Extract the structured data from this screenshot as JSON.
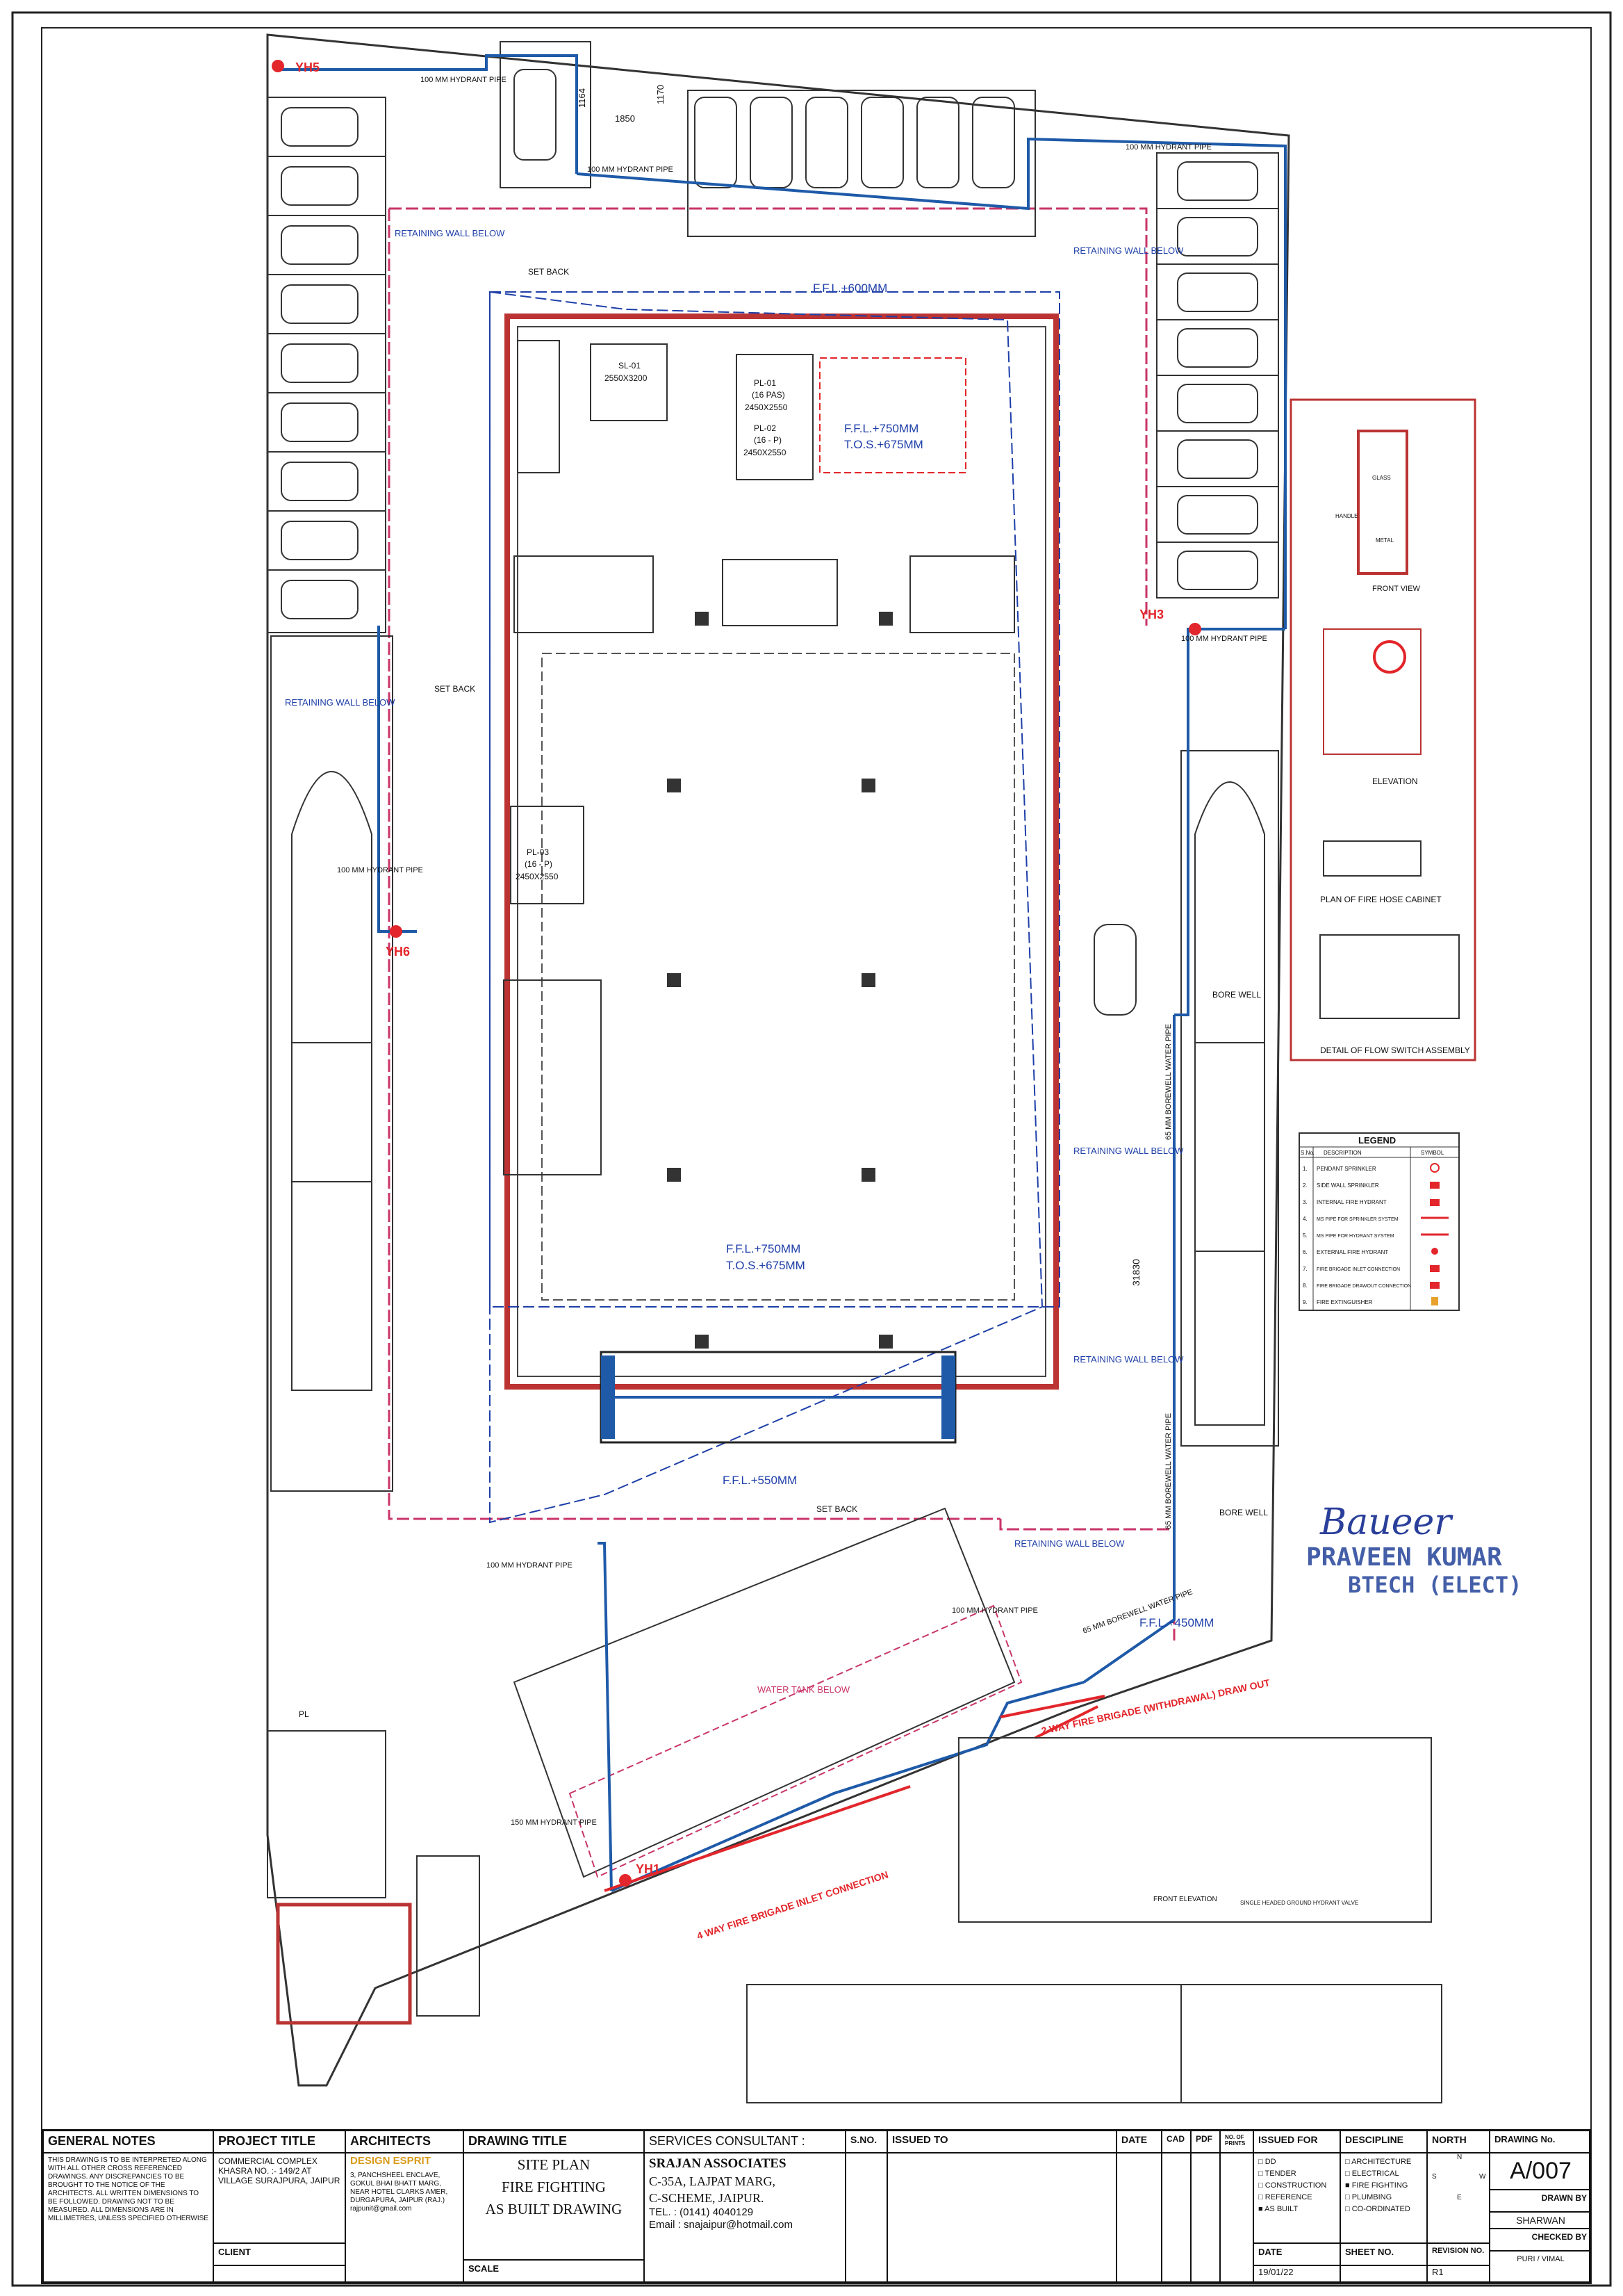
{
  "plan": {
    "hydrants": [
      "YH5",
      "YH3",
      "YH6",
      "YH1"
    ],
    "pipe_labels": {
      "top1": "100 MM HYDRANT PIPE",
      "top2": "100 MM HYDRANT PIPE",
      "top3": "100 MM HYDRANT PIPE",
      "right": "100 MM HYDRANT PIPE",
      "left": "100 MM HYDRANT PIPE",
      "bottom_left": "100 MM HYDRANT PIPE",
      "bottom_mid": "100 MM HYDRANT PIPE",
      "borewell1": "65 MM BOREWELL WATER PIPE",
      "borewell2": "65 MM BOREWELL WATER PIPE",
      "borewell3": "65 MM BOREWELL WATER PIPE",
      "hydrant4": "150 MM HYDRANT PIPE"
    },
    "dims": {
      "d1": "1164",
      "d2": "1850",
      "d3": "1170",
      "d4": "31830"
    },
    "retaining": {
      "r1": "RETAINING WALL BELOW",
      "r2": "RETAINING WALL BELOW",
      "r3": "RETAINING WALL BELOW",
      "r4": "RETAINING WALL BELOW",
      "r5": "RETAINING WALL BELOW",
      "r6": "RETAINING WALL BELOW"
    },
    "setback": {
      "s1": "SET BACK",
      "s2": "SET BACK",
      "s3": "SET BACK"
    },
    "ffl": {
      "f1": "F.F.L.+600MM",
      "f2a": "F.F.L.+750MM",
      "f2b": "T.O.S.+675MM",
      "f3a": "F.F.L.+750MM",
      "f3b": "T.O.S.+675MM",
      "f4": "F.F.L.+550MM",
      "f5": "F.F.L.+450MM"
    },
    "rooms": {
      "sl01": "SL-01",
      "sl01dim": "2550X3200",
      "pl01": "PL-01",
      "pl01b": "(16 PAS)",
      "pl01dim": "2450X2550",
      "pl02": "PL-02",
      "pl02b": "(16 - P)",
      "pl02dim": "2450X2550",
      "pl03": "PL-03",
      "pl03b": "(16 - P)",
      "pl03dim": "2450X2550"
    },
    "bore1": "BORE WELL",
    "bore2": "BORE WELL",
    "water_tank": "WATER TANK BELOW",
    "brigade_draw": "2 WAY FIRE BRIGADE (WITHDRAWAL) DRAW OUT",
    "brigade_inlet": "4 WAY FIRE BRIGADE INLET CONNECTION",
    "pl": "PL"
  },
  "details": {
    "front_view": "FRONT VIEW",
    "elevation": "ELEVATION",
    "plan_fhc": "PLAN OF FIRE HOSE CABINET",
    "flow_switch": "DETAIL OF FLOW SWITCH ASSEMBLY",
    "glass": "GLASS",
    "handle": "HANDLE",
    "metal": "METAL",
    "front_elev": "FRONT ELEVATION",
    "grade_hyd": "SINGLE HEADED GROUND HYDRANT VALVE"
  },
  "legend": {
    "title": "LEGEND",
    "headers": [
      "S.No.",
      "DESCRIPTION",
      "SYMBOL"
    ],
    "rows": [
      [
        "1.",
        "PENDANT SPRINKLER"
      ],
      [
        "2.",
        "SIDE WALL SPRINKLER"
      ],
      [
        "3.",
        "INTERNAL FIRE HYDRANT"
      ],
      [
        "4.",
        "MS PIPE FOR SPRINKLER SYSTEM"
      ],
      [
        "5.",
        "MS PIPE FOR HYDRANT SYSTEM"
      ],
      [
        "6.",
        "EXTERNAL FIRE HYDRANT"
      ],
      [
        "7.",
        "FIRE BRIGADE INLET CONNECTION"
      ],
      [
        "8.",
        "FIRE BRIGADE DRAWOUT CONNECTION"
      ],
      [
        "9.",
        "FIRE EXTINGUISHER"
      ]
    ],
    "colors": {
      "red": "#e2262b",
      "blue": "#1e5aa8",
      "pink": "#d9396a"
    }
  },
  "signature": {
    "scribble": "Baueer",
    "name": "PRAVEEN KUMAR",
    "title": "BTECH (ELECT)"
  },
  "title_block": {
    "general_notes_h": "GENERAL NOTES",
    "general_notes": "THIS DRAWING IS TO BE INTERPRETED ALONG WITH ALL OTHER CROSS REFERENCED DRAWINGS. ANY DISCREPANCIES TO BE BROUGHT TO THE NOTICE OF THE ARCHITECTS. ALL WRITTEN DIMENSIONS TO BE FOLLOWED. DRAWING NOT TO BE MEASURED. ALL DIMENSIONS ARE IN MILLIMETRES, UNLESS SPECIFIED OTHERWISE",
    "project_title_h": "PROJECT TITLE",
    "project_title": "COMMERCIAL COMPLEX KHASRA NO. :- 149/2 AT VILLAGE SURAJPURA, JAIPUR",
    "client_h": "CLIENT",
    "architects_h": "ARCHITECTS",
    "architect_name": "DESIGN ESPRIT",
    "architect_addr": "3, PANCHSHEEL ENCLAVE, GOKUL BHAI BHATT MARG, NEAR HOTEL CLARKS AMER, DURGAPURA, JAIPUR (RAJ.) rajpunit@gmail.com",
    "drawing_title_h": "DRAWING TITLE",
    "drawing_title1": "SITE PLAN",
    "drawing_title2": "FIRE FIGHTING",
    "drawing_title3": "AS BUILT DRAWING",
    "scale_h": "SCALE",
    "services_h": "SERVICES CONSULTANT :",
    "svc_name": "SRAJAN ASSOCIATES",
    "svc_addr1": "C-35A, LAJPAT MARG,",
    "svc_addr2": "C-SCHEME, JAIPUR.",
    "svc_tel": "TEL.   : (0141) 4040129",
    "svc_email": "Email  : snajaipur@hotmail.com",
    "sno_h": "S.NO.",
    "issued_to_h": "ISSUED TO",
    "date_h": "DATE",
    "cad_h": "CAD",
    "pdf_h": "PDF",
    "prints_h": "NO. OF PRINTS",
    "issued_for_h": "ISSUED FOR",
    "issued_for": [
      "DD",
      "TENDER",
      "CONSTRUCTION",
      "REFERENCE",
      "AS BUILT"
    ],
    "issued_for_checked": "AS BUILT",
    "discipline_h": "DESCIPLINE",
    "discipline": [
      "ARCHITECTURE",
      "ELECTRICAL",
      "FIRE FIGHTING",
      "PLUMBING",
      "CO-ORDINATED"
    ],
    "discipline_checked": "FIRE FIGHTING",
    "north_h": "NORTH",
    "compass": [
      "N",
      "S",
      "W",
      "E"
    ],
    "drawing_no_h": "DRAWING No.",
    "drawing_no": "A/007",
    "drawn_by_h": "DRAWN BY",
    "drawn_by": "SHARWAN",
    "checked_by_h": "CHECKED BY",
    "checked_by": "PURI / VIMAL",
    "date_lbl": "DATE",
    "date": "19/01/22",
    "sheet_no_h": "SHEET NO.",
    "revision_h": "REVISION NO.",
    "revision": "R1"
  }
}
